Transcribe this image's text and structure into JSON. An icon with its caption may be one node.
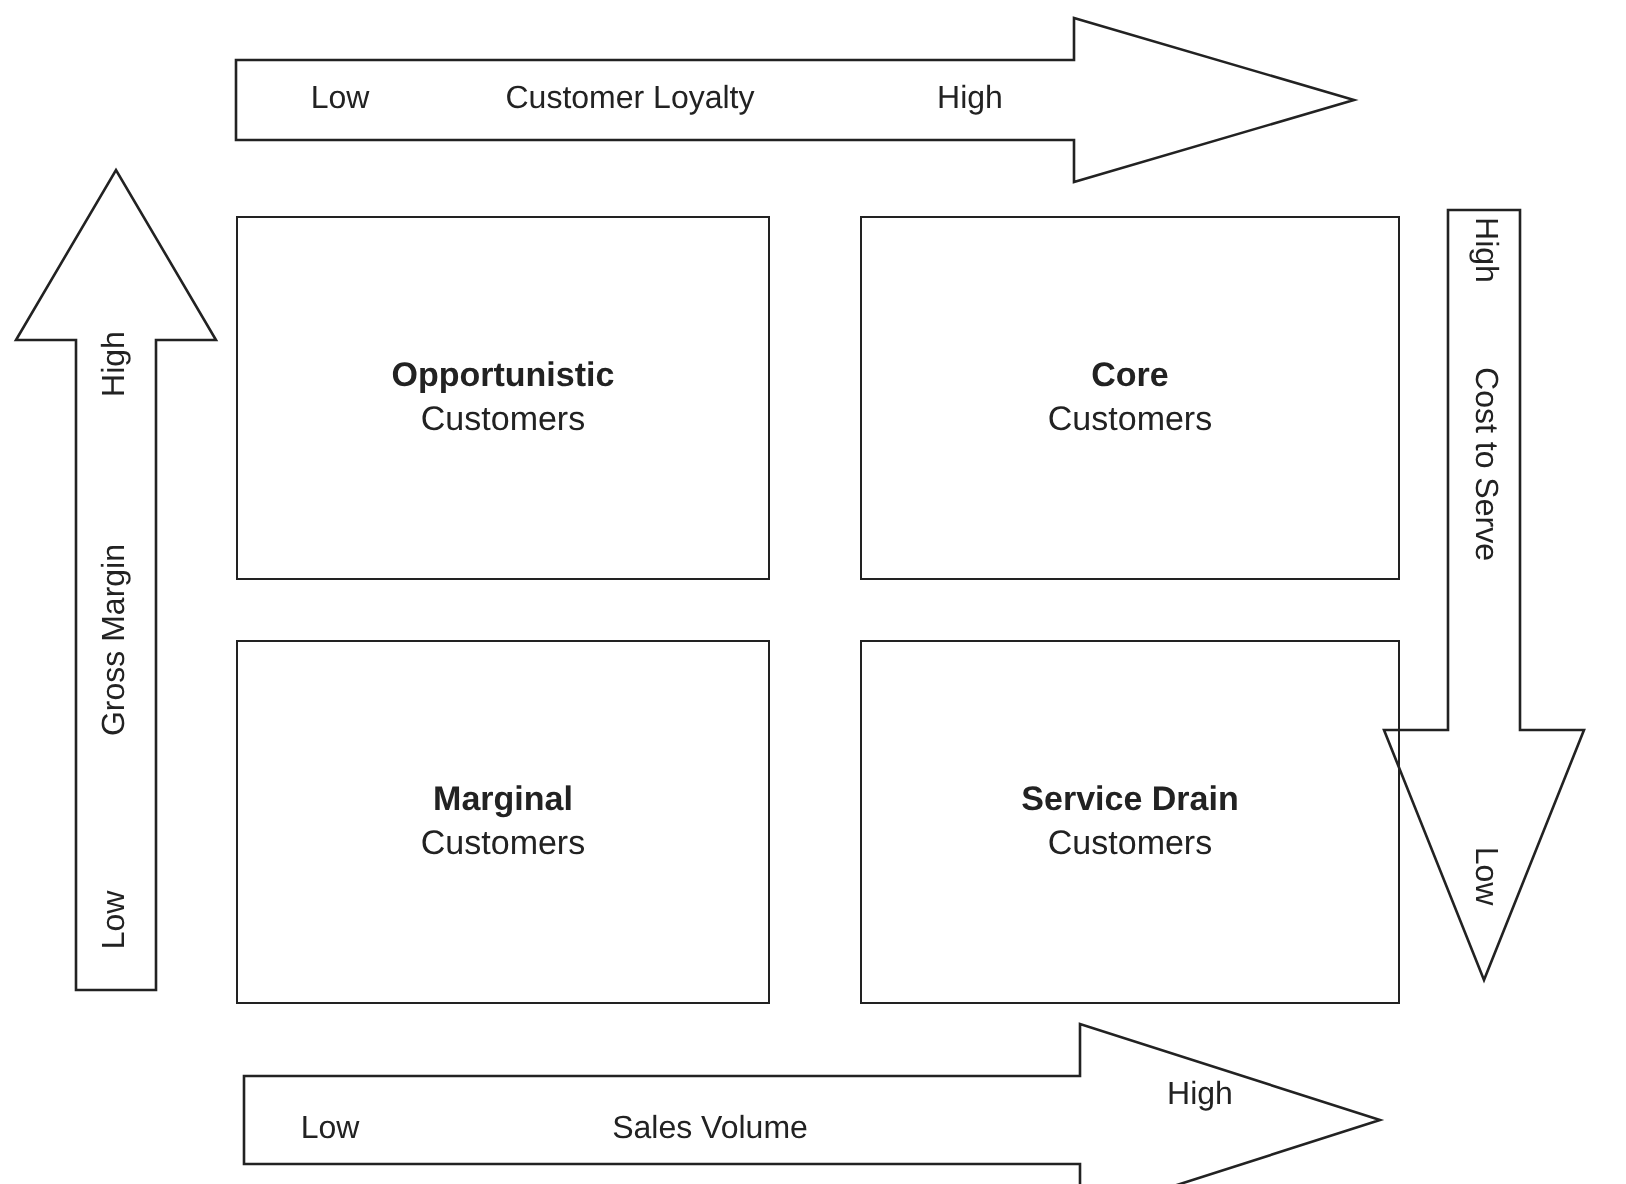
{
  "diagram": {
    "nodes": [
      {
        "text": [
          "Low",
          "Customer Loyalty",
          "High"
        ]
      },
      {
        "text": [
          "Low",
          "Gross Margin",
          "High"
        ]
      },
      {
        "text": [
          "Opportunistic",
          "Customers"
        ]
      },
      {
        "text": [
          "Core",
          "Customers"
        ]
      },
      {
        "text": [
          "High",
          "Cost to Serve",
          "Low"
        ]
      },
      {
        "text": [
          "Marginal",
          "Customers"
        ]
      },
      {
        "text": [
          "Service Drain",
          "Customers"
        ]
      },
      {
        "text": [
          "Low",
          "Sales Volume",
          "High"
        ]
      }
    ],
    "edges": []
  }
}
